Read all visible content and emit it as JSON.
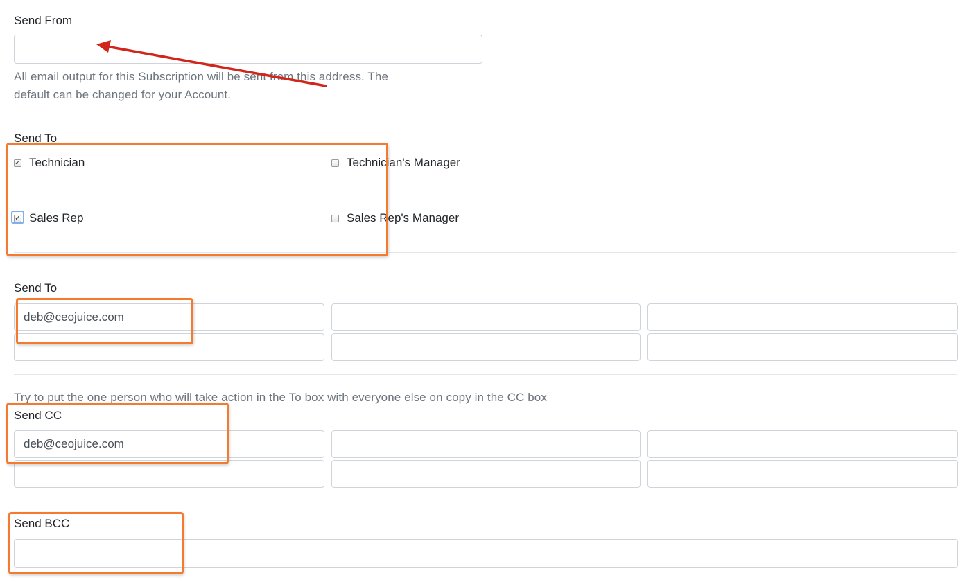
{
  "send_from": {
    "label": "Send From",
    "value": "",
    "help": [
      "All email output for this Subscription will be sent from this address. The",
      "default can be changed for your Account."
    ]
  },
  "send_to_roles": {
    "label": "Send To",
    "options": [
      {
        "label": "Technician",
        "checked": true
      },
      {
        "label": "Technician's Manager",
        "checked": false
      },
      {
        "label": "Sales Rep",
        "checked": true
      },
      {
        "label": "Sales Rep's Manager",
        "checked": false
      }
    ]
  },
  "send_to_emails": {
    "label": "Send To",
    "values": [
      "deb@ceojuice.com",
      "",
      "",
      "",
      "",
      ""
    ]
  },
  "cc_tip": "Try to put the one person who will take action in the To box with everyone else on copy in the CC box",
  "send_cc": {
    "label": "Send CC",
    "values": [
      "deb@ceojuice.com",
      "",
      "",
      "",
      "",
      ""
    ]
  },
  "send_bcc": {
    "label": "Send BCC",
    "value": ""
  },
  "colors": {
    "highlight_box": "#f47a2f",
    "arrow": "#d0261c",
    "focus_ring": "#7fb0ea"
  }
}
